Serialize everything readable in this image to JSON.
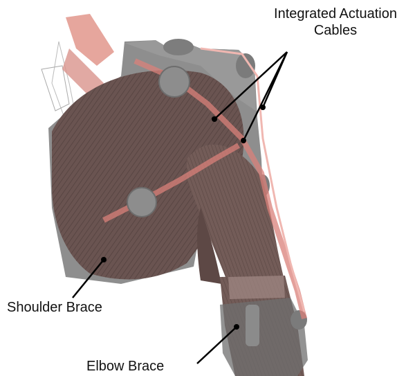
{
  "labels": {
    "cables_line1": "Integrated Actuation",
    "cables_line2": "Cables",
    "shoulder": "Shoulder Brace",
    "elbow": "Elbow Brace"
  },
  "colors": {
    "muscle": "#6f5855",
    "muscle_dark": "#4e3b39",
    "brace": "#8a8a8a",
    "brace_light": "#a8a8a8",
    "tendon": "#e3a49c",
    "cable": "#d98079",
    "pointer": "#000000"
  }
}
